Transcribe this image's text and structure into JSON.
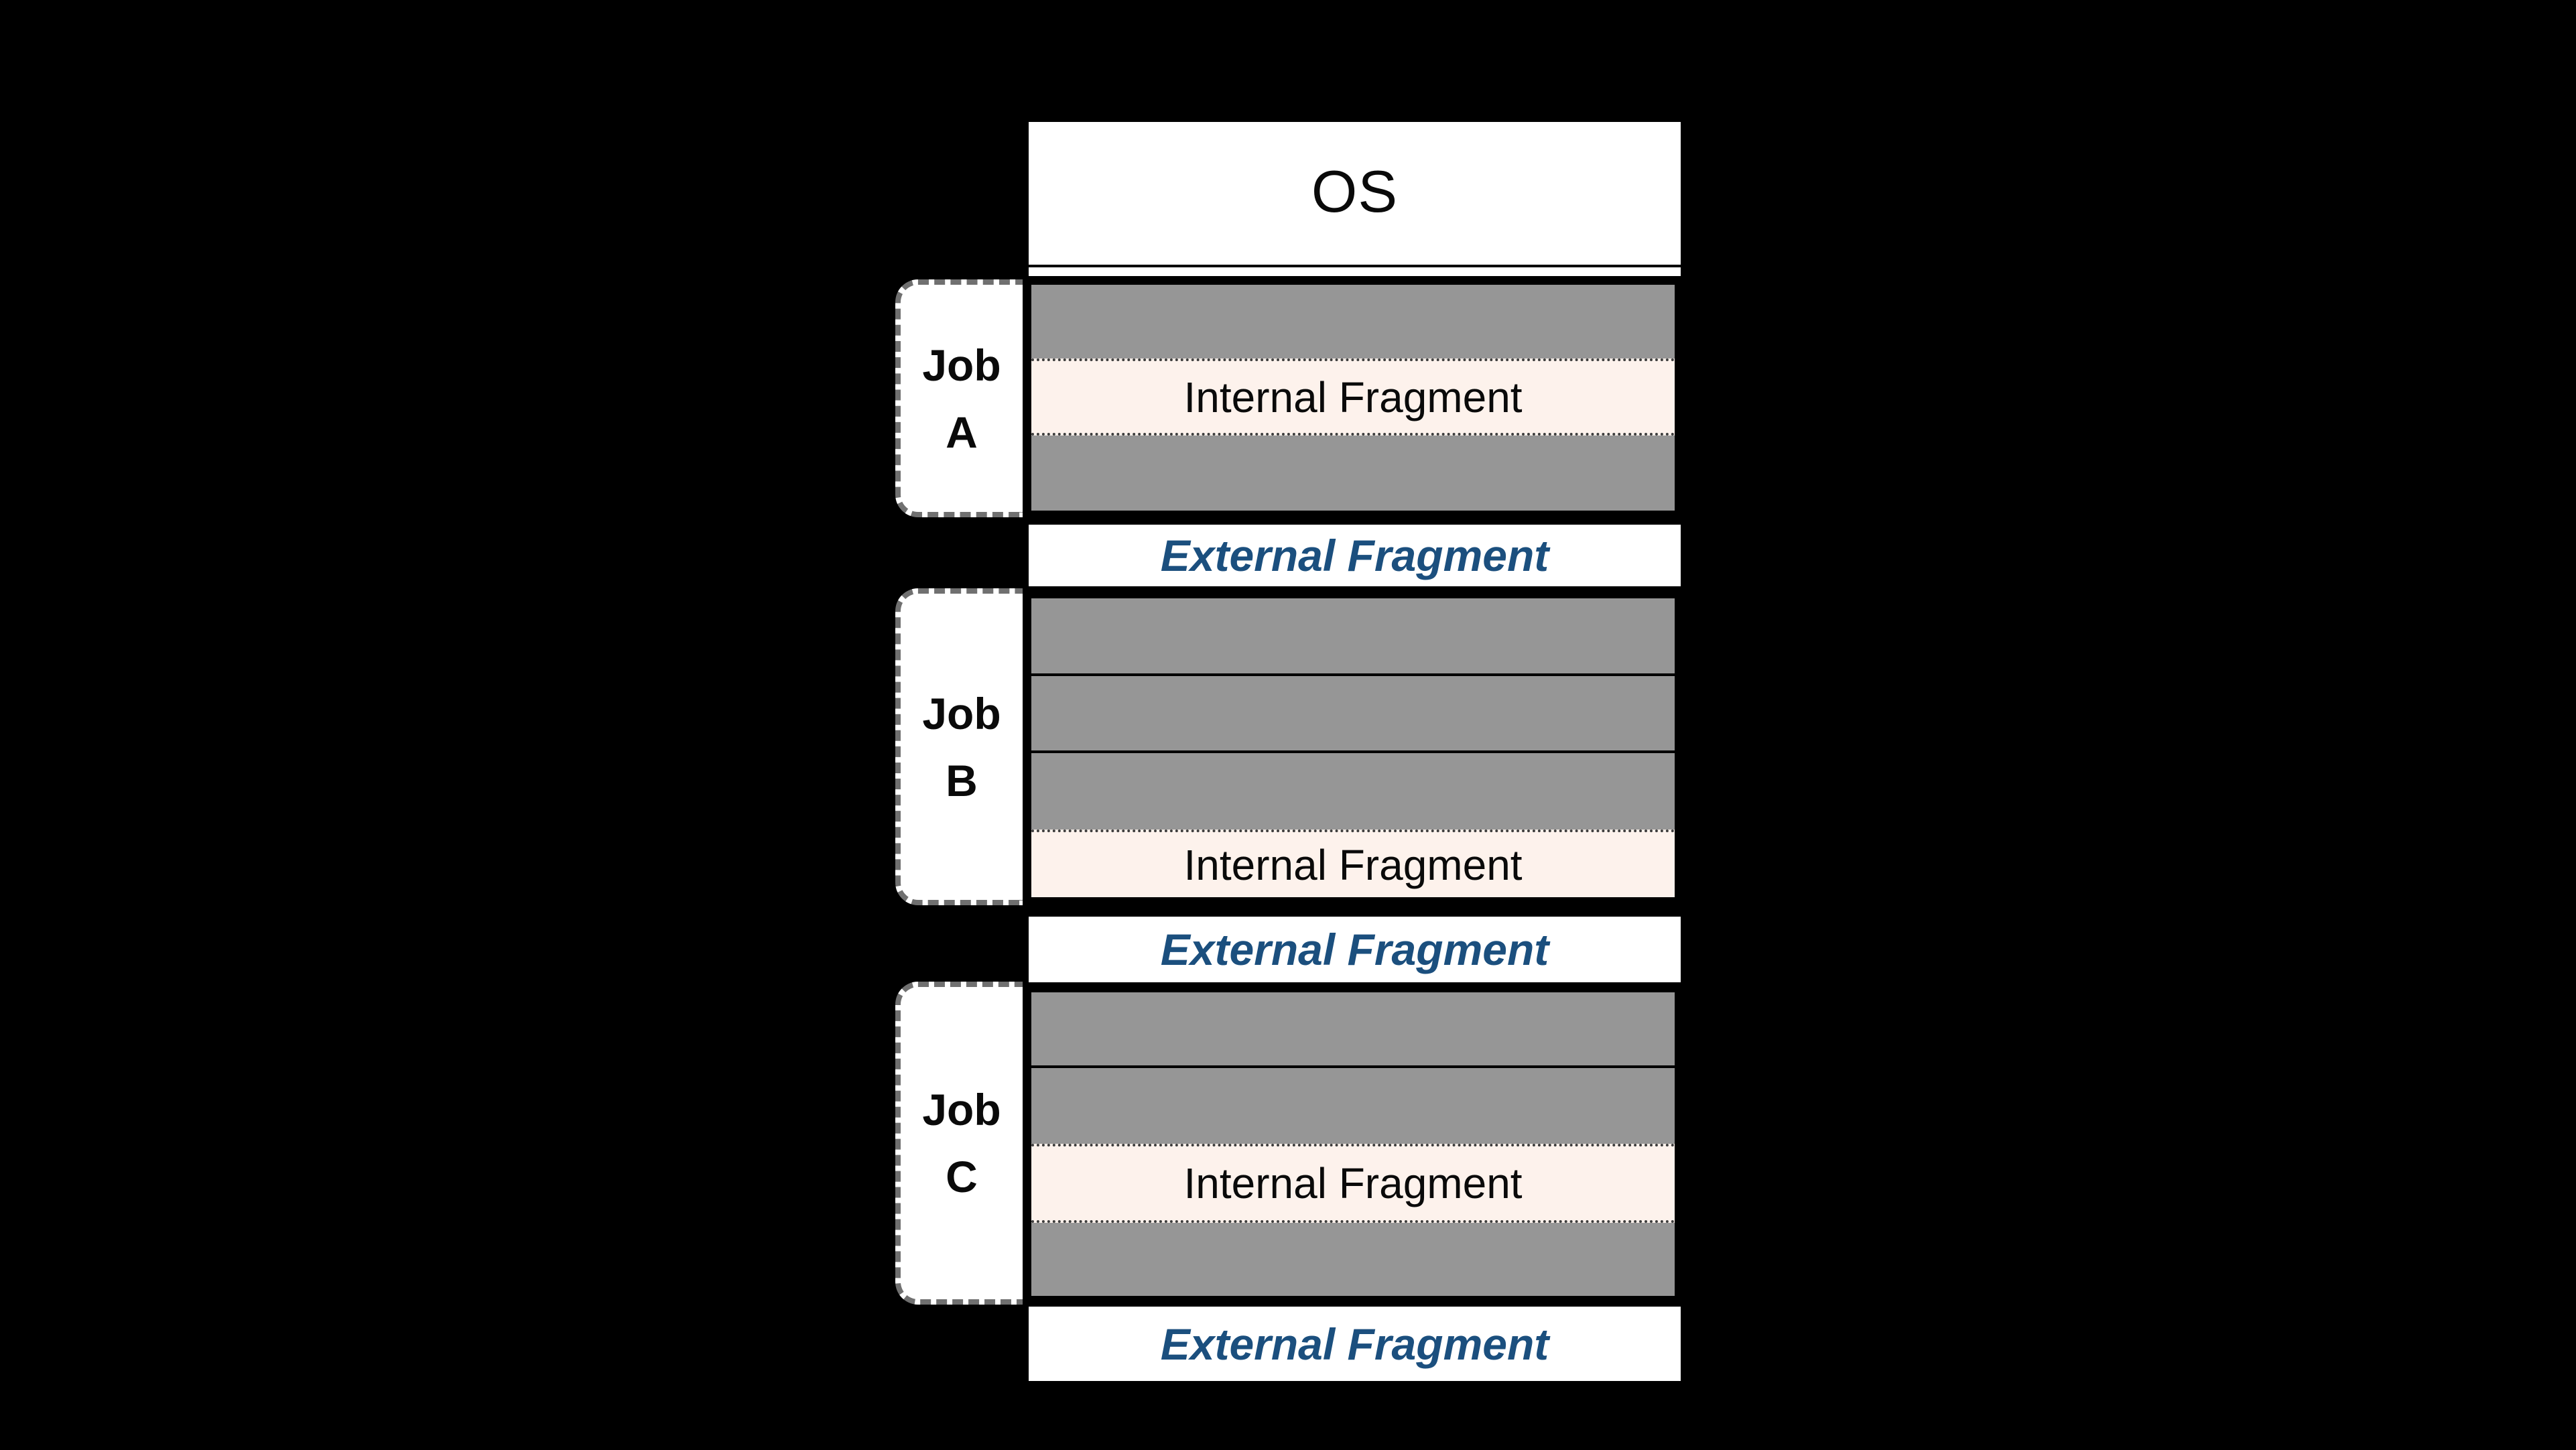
{
  "os": {
    "label": "OS"
  },
  "jobs": [
    {
      "name": "Job",
      "letter": "A",
      "internal_fragment_label": "Internal Fragment",
      "sections": [
        "used",
        "internal_fragment",
        "used"
      ]
    },
    {
      "name": "Job",
      "letter": "B",
      "internal_fragment_label": "Internal Fragment",
      "sections": [
        "used",
        "used",
        "used",
        "internal_fragment"
      ]
    },
    {
      "name": "Job",
      "letter": "C",
      "internal_fragment_label": "Internal Fragment",
      "sections": [
        "used",
        "used",
        "internal_fragment",
        "used"
      ]
    }
  ],
  "external_fragments": [
    {
      "label": "External Fragment"
    },
    {
      "label": "External Fragment"
    },
    {
      "label": "External Fragment"
    }
  ],
  "colors": {
    "background": "#000000",
    "used_memory_fill": "#969696",
    "internal_fragment_fill": "#FDF2EC",
    "external_fragment_text": "#1B4F7E",
    "job_label_border": "#707070",
    "block_border": "#000000"
  }
}
